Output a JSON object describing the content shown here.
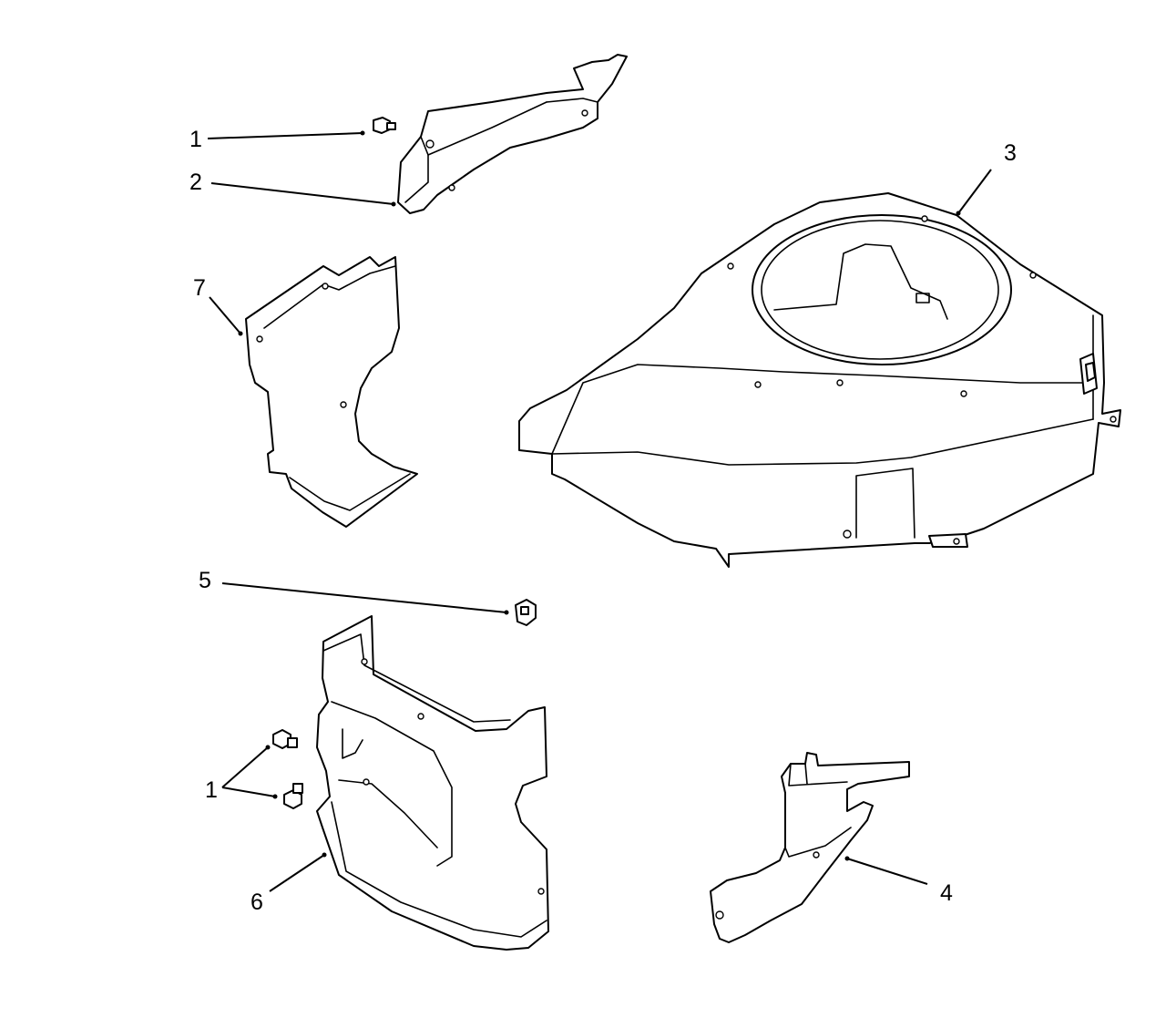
{
  "callouts": [
    {
      "id": "1a",
      "text": "1"
    },
    {
      "id": "2",
      "text": "2"
    },
    {
      "id": "3",
      "text": "3"
    },
    {
      "id": "7",
      "text": "7"
    },
    {
      "id": "5",
      "text": "5"
    },
    {
      "id": "1b",
      "text": "1"
    },
    {
      "id": "6",
      "text": "6"
    },
    {
      "id": "4",
      "text": "4"
    }
  ]
}
